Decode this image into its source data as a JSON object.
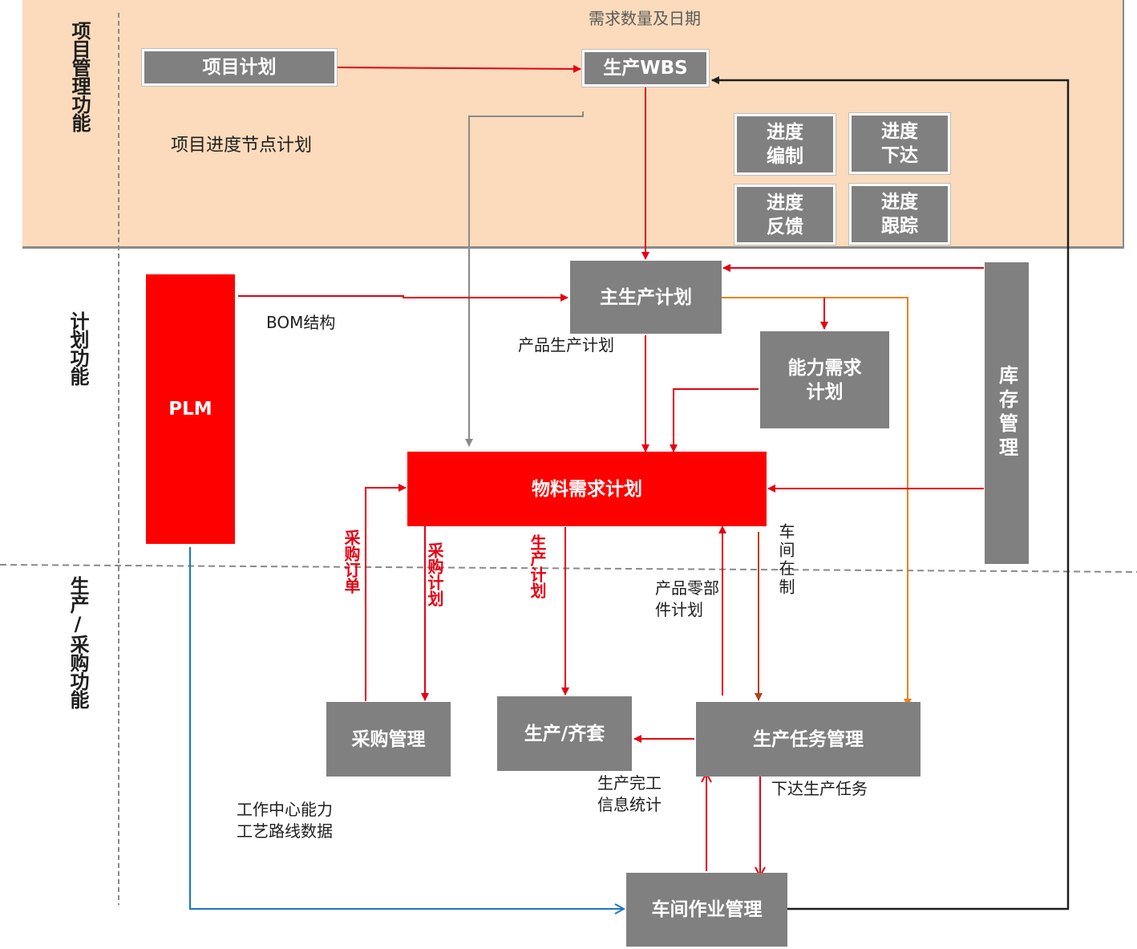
{
  "lanes": {
    "project": "项目管理功能",
    "planning": "计划功能",
    "production": "生产/采购功能"
  },
  "nodes": {
    "project_plan": "项目计划",
    "production_wbs": "生产WBS",
    "schedule_compile": "进度\n编制",
    "schedule_issue": "进度\n下达",
    "schedule_feedback": "进度\n反馈",
    "schedule_track": "进度\n跟踪",
    "plm": "PLM",
    "master_schedule": "主生产计划",
    "capacity_plan": "能力需求\n计划",
    "inventory": "库存管理",
    "mrp": "物料需求计划",
    "purchasing": "采购管理",
    "production_kitting": "生产/齐套",
    "task_management": "生产任务管理",
    "shop_floor": "车间作业管理"
  },
  "labels": {
    "demand_qty_date": "需求数量及日期",
    "milestone_plan": "项目进度节点计划",
    "bom_structure": "BOM结构",
    "product_production_plan": "产品生产计划",
    "purchase_order": "采购订单",
    "purchase_plan": "采购计划",
    "production_plan": "生产计划",
    "parts_plan": "产品零部\n件计划",
    "wip": "车间在制",
    "completion_stats": "生产完工\n信息统计",
    "issue_tasks": "下达生产任务",
    "workcenter_routing": "工作中心能力\n工艺路线数据"
  },
  "colors": {
    "band": "#fbdbbb",
    "node_gray": "#808080",
    "node_red": "#ff0000",
    "arrow_red": "#e60012",
    "arrow_orange": "#e8821c",
    "arrow_brown": "#b5401a",
    "arrow_blue": "#1a75c4",
    "arrow_black": "#1e1e1e",
    "arrow_gray": "#8a8a8a"
  }
}
